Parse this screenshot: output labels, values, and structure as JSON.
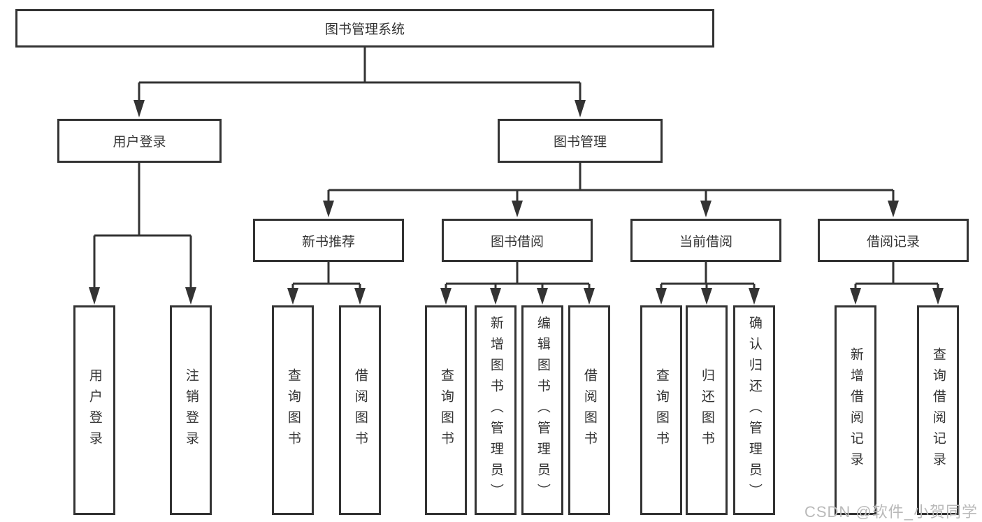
{
  "diagram": {
    "root": "图书管理系统",
    "level2": [
      "用户登录",
      "图书管理"
    ],
    "level3": [
      "新书推荐",
      "图书借阅",
      "当前借阅",
      "借阅记录"
    ],
    "leaves": {
      "user_login": [
        "用户登录",
        "注销登录"
      ],
      "new_book": [
        "查询图书",
        "借阅图书"
      ],
      "book_borrow": [
        "查询图书",
        "新增图书（管理员）",
        "编辑图书（管理员）",
        "借阅图书"
      ],
      "current_borrow": [
        "查询图书",
        "归还图书",
        "确认归还（管理员）"
      ],
      "borrow_record": [
        "新增借阅记录",
        "查询借阅记录"
      ]
    },
    "watermark": "CSDN @软件_小贺同学",
    "colors": {
      "line": "#333333",
      "text": "#333333",
      "background": "#ffffff",
      "watermark": "#b9b9b9"
    }
  }
}
